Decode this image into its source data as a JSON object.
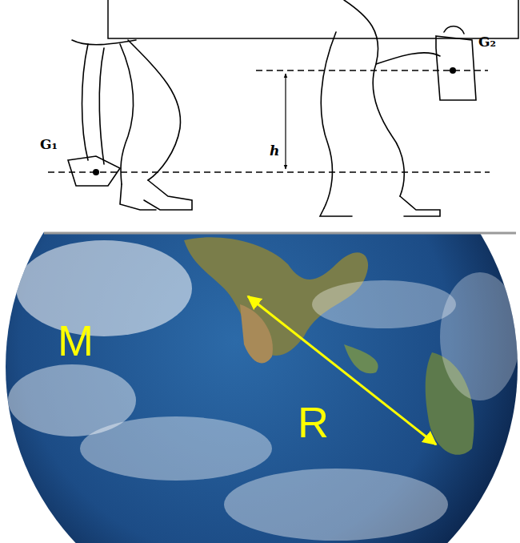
{
  "diagram": {
    "labels": [
      "G₁",
      "G₂",
      "h",
      "M",
      "R"
    ]
  }
}
